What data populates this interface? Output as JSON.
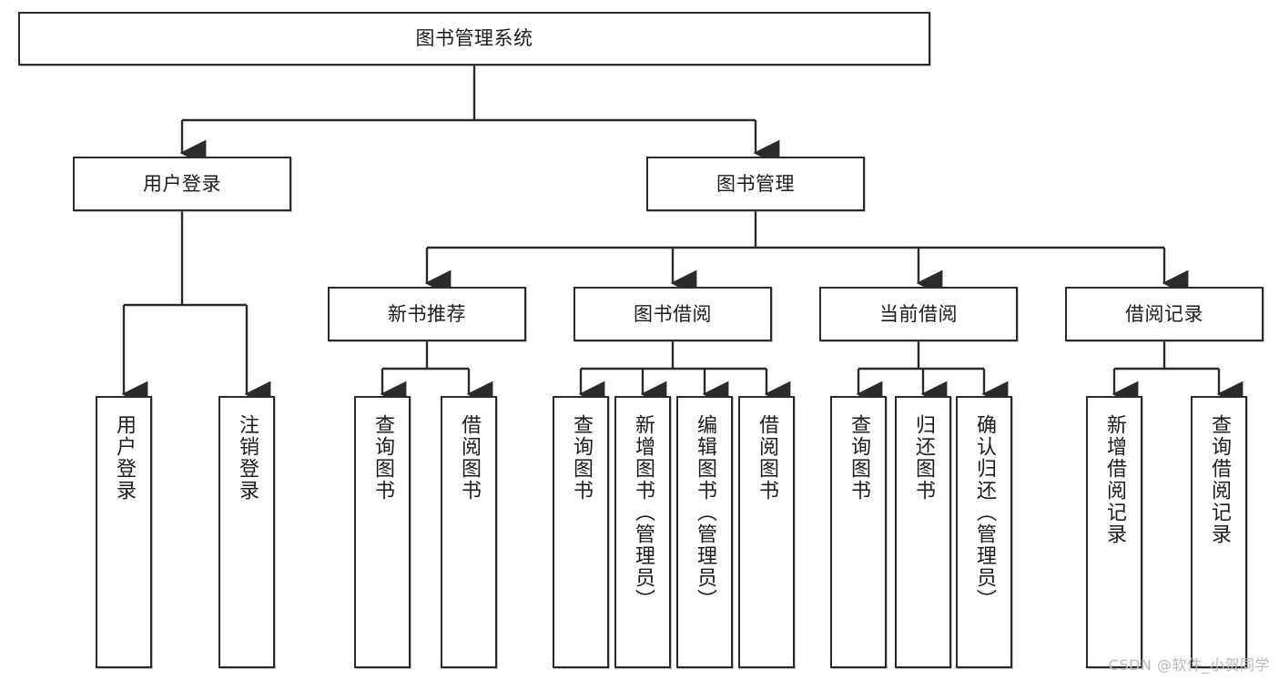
{
  "diagram": {
    "title_node": {
      "id": "root",
      "label": "图书管理系统"
    },
    "level2": [
      {
        "id": "login",
        "label": "用户登录"
      },
      {
        "id": "bookmgmt",
        "label": "图书管理"
      }
    ],
    "level3": [
      {
        "id": "newbook",
        "label": "新书推荐"
      },
      {
        "id": "borrow",
        "label": "图书借阅"
      },
      {
        "id": "current",
        "label": "当前借阅"
      },
      {
        "id": "records",
        "label": "借阅记录"
      }
    ],
    "leaves": {
      "login": [
        {
          "id": "user-login",
          "label": "用户登录"
        },
        {
          "id": "user-logout",
          "label": "注销登录"
        }
      ],
      "newbook": [
        {
          "id": "query-book-1",
          "label": "查询图书"
        },
        {
          "id": "borrow-book-1",
          "label": "借阅图书"
        }
      ],
      "borrow": [
        {
          "id": "query-book-2",
          "label": "查询图书"
        },
        {
          "id": "add-book",
          "label": "新增图书（管理员）"
        },
        {
          "id": "edit-book",
          "label": "编辑图书（管理员）"
        },
        {
          "id": "borrow-book-2",
          "label": "借阅图书"
        }
      ],
      "current": [
        {
          "id": "query-book-3",
          "label": "查询图书"
        },
        {
          "id": "return-book",
          "label": "归还图书"
        },
        {
          "id": "confirm-return",
          "label": "确认归还（管理员）"
        }
      ],
      "records": [
        {
          "id": "add-record",
          "label": "新增借阅记录"
        },
        {
          "id": "query-record",
          "label": "查询借阅记录"
        }
      ]
    },
    "colors": {
      "box_border": "#2b2b2b",
      "box_fill": "#ffffff",
      "connector": "#2b2b2b",
      "text": "#1c1c1c",
      "watermark": "#b9b9b9"
    }
  },
  "watermark": {
    "text": "CSDN @软件_小贺同学"
  }
}
